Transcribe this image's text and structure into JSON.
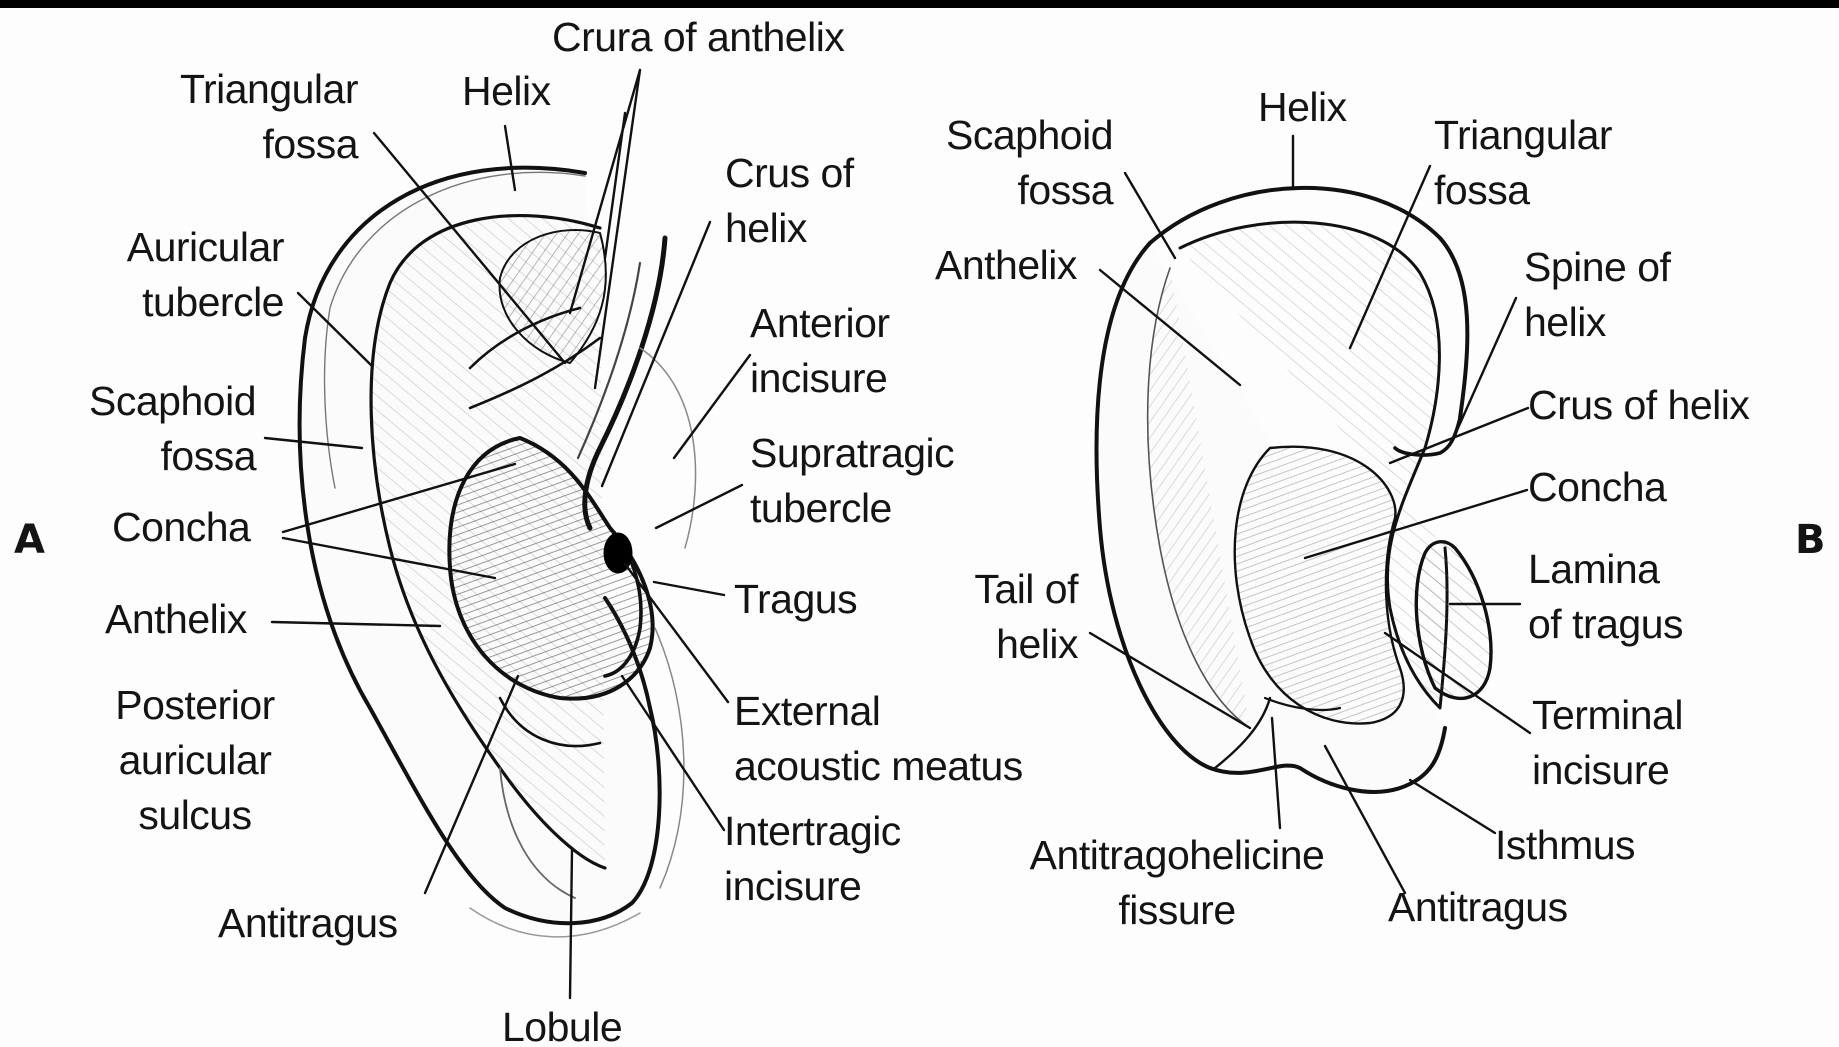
{
  "panel_a": {
    "letter": "A",
    "labels": {
      "crura_of_anthelix": "Crura of anthelix",
      "triangular_fossa": "Triangular\nfossa",
      "helix": "Helix",
      "crus_of_helix": "Crus of\nhelix",
      "auricular_tubercle": "Auricular\ntubercle",
      "anterior_incisure": "Anterior\nincisure",
      "scaphoid_fossa": "Scaphoid\nfossa",
      "supratragic_tubercle": "Supratragic\ntubercle",
      "concha": "Concha",
      "tragus": "Tragus",
      "anthelix": "Anthelix",
      "external_acoustic_meatus": "External\nacoustic meatus",
      "posterior_auricular_sulcus": "Posterior\nauricular\nsulcus",
      "intertragic_incisure": "Intertragic\nincisure",
      "antitragus": "Antitragus",
      "lobule": "Lobule"
    }
  },
  "panel_b": {
    "letter": "B",
    "labels": {
      "helix": "Helix",
      "scaphoid_fossa": "Scaphoid\nfossa",
      "triangular_fossa": "Triangular\nfossa",
      "anthelix": "Anthelix",
      "spine_of_helix": "Spine of\nhelix",
      "crus_of_helix": "Crus of helix",
      "concha": "Concha",
      "lamina_of_tragus": "Lamina\nof tragus",
      "tail_of_helix": "Tail of\nhelix",
      "terminal_incisure": "Terminal\nincisure",
      "isthmus": "Isthmus",
      "antitragohelicine_fissure": "Antitragohelicine\nfissure",
      "antitragus": "Antitragus"
    }
  }
}
